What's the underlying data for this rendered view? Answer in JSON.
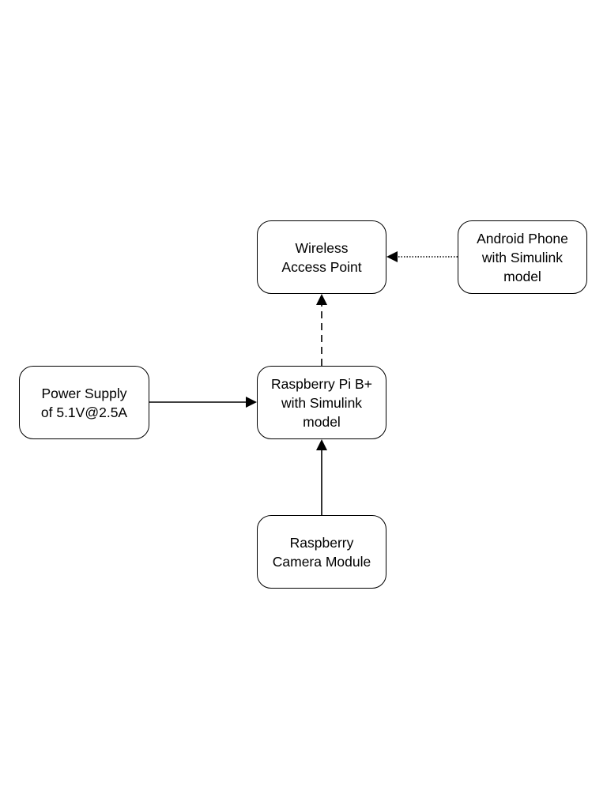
{
  "diagram": {
    "nodes": {
      "wireless_access_point": "Wireless\nAccess Point",
      "android_phone": "Android Phone\nwith Simulink\nmodel",
      "raspberry_pi": "Raspberry Pi B+\nwith Simulink\nmodel",
      "power_supply": "Power Supply\nof 5.1V@2.5A",
      "camera_module": "Raspberry\nCamera Module"
    },
    "edges": [
      {
        "from": "power_supply",
        "to": "raspberry_pi",
        "style": "solid"
      },
      {
        "from": "camera_module",
        "to": "raspberry_pi",
        "style": "solid"
      },
      {
        "from": "raspberry_pi",
        "to": "wireless_access_point",
        "style": "dashed"
      },
      {
        "from": "android_phone",
        "to": "wireless_access_point",
        "style": "dotted"
      }
    ],
    "colors": {
      "stroke": "#000000",
      "background": "#ffffff"
    }
  }
}
